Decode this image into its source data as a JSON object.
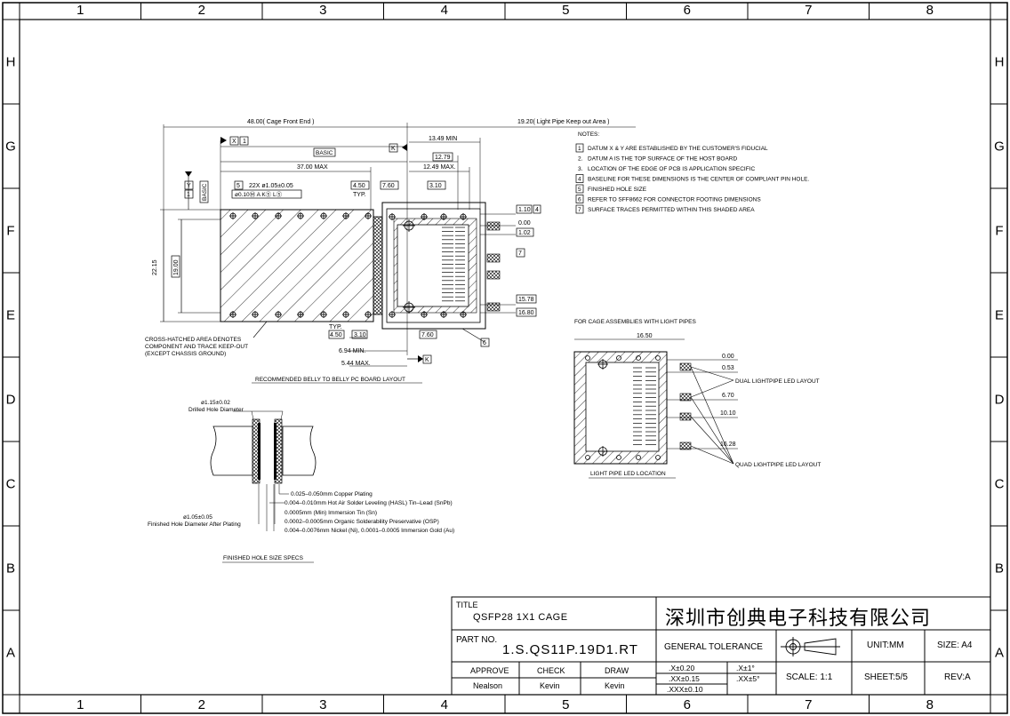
{
  "frame": {
    "columns": [
      "1",
      "2",
      "3",
      "4",
      "5",
      "6",
      "7",
      "8"
    ],
    "rows": [
      "H",
      "G",
      "F",
      "E",
      "D",
      "C",
      "B",
      "A"
    ]
  },
  "layout_dims": {
    "cage_front_end": "48.00( Cage Front End )",
    "light_pipe_keepout": "19.20( Light Pipe Keep out Area )",
    "basic": "BASIC",
    "d_13_49": "13.49  MIN",
    "d_12_79": "12.79",
    "d_37_00": "37.00  MAX",
    "d_12_49": "12.49  MAX.",
    "hole_callout": "22X  ø1.05±0.05",
    "hole_tol": "ø0.10Ⓜ A KⓈ LⓈ",
    "d_4_50": "4.50",
    "typ": "TYP.",
    "d_7_60": "7.60",
    "d_3_10": "3.10",
    "d_1_10": "1.10",
    "d_0_00": "0.00",
    "d_1_02": "1.02",
    "d_15_78": "15.78",
    "d_16_80": "16.80",
    "d_22_15": "22.15",
    "d_19_00": "19.00",
    "typ2": "TYP.",
    "d_4_50b": "4.50",
    "d_3_10b": "3.10",
    "d_7_60b": "7.60",
    "d_6_94": "6.94  MIN.",
    "d_5_44": "5.44  MAX.",
    "crosshatch_note": [
      "CROSS-HATCHED AREA DENOTES",
      "COMPONENT AND TRACE KEEP-OUT",
      "(EXCEPT CHASSIS GROUND)"
    ],
    "caption": "RECOMMENDED BELLY TO BELLY PC BOARD LAYOUT",
    "datum_x": "X",
    "datum_y": "Y",
    "datum_k": "K",
    "flag_1": "1",
    "flag_4": "4",
    "flag_5": "5",
    "flag_6": "6",
    "flag_7": "7"
  },
  "notes": {
    "heading": "NOTES:",
    "items": [
      "DATUM X & Y ARE ESTABLISHED BY THE CUSTOMER'S FIDUCIAL",
      "DATUM A IS THE TOP SURFACE OF THE HOST BOARD",
      "LOCATION OF THE EDGE OF PCB IS APPLICATION SPECIFIC",
      "BASELINE FOR THESE DIMENSIONS IS THE CENTER OF COMPLIANT PIN HOLE.",
      "FINISHED HOLE SIZE",
      "REFER TO SFF8662 FOR CONNECTOR FOOTING DIMENSIONS",
      "SURFACE TRACES PERMITTED WITHIN THIS SHADED AREA"
    ],
    "boxed": [
      true,
      false,
      false,
      true,
      true,
      true,
      true
    ]
  },
  "light_pipe": {
    "heading": "FOR CAGE ASSEMBLIES WITH LIGHT PIPES",
    "d_16_50": "16.50",
    "d_0_00": "0.00",
    "d_0_53": "0.53",
    "d_6_70": "6.70",
    "d_10_10": "10.10",
    "d_16_28": "16.28",
    "dual": "DUAL  LIGHTPIPE  LED  LAYOUT",
    "quad": "QUAD  LIGHTPIPE  LED  LAYOUT",
    "caption": "LIGHT  PIPE  LED  LOCATION"
  },
  "hole_specs": {
    "drilled": "ø1.15±0.02",
    "drilled_label": "Drilled  Hole  Diameter",
    "finished": "ø1.05±0.05",
    "finished_label": "Finished  Hole  Diameter  After  Plating",
    "copper": "0.025–0.050mm  Copper  Plating",
    "lines": [
      "0.004–0.010mm  Hot  Air  Solder  Leveling  (HASL)  Tin–Lead  (SnPb)",
      "0.0005mm  (Min)  Immersion  Tin  (Sn)",
      "0.0002–0.0005mm  Organic  Solderability  Preservative  (OSP)",
      "0.004–0.0076mm  Nickel  (Ni),  0.0001–0.0005  Immersion  Gold  (Au)"
    ],
    "caption": "FINISHED  HOLE  SIZE  SPECS"
  },
  "title_block": {
    "title_label": "TITLE",
    "title": "QSFP28  1X1  CAGE",
    "company": "深圳市创典电子科技有限公司",
    "part_label": "PART  NO.",
    "part_no": "1.S.QS11P.19D1.RT",
    "general_tolerance": "GENERAL  TOLERANCE",
    "unit": "UNIT:MM",
    "size": "SIZE:  A4",
    "approve_label": "APPROVE",
    "check_label": "CHECK",
    "draw_label": "DRAW",
    "approve": "Nealson",
    "check": "Kevin",
    "draw": "Kevin",
    "tol_x": ".X±0.20",
    "tol_xx": ".XX±0.15",
    "tol_xxx": ".XXX±0.10",
    "ang_x": ".X±1°",
    "ang_xx": ".XX±5°",
    "scale": "SCALE:  1:1",
    "sheet": "SHEET:5/5",
    "rev": "REV:A"
  }
}
